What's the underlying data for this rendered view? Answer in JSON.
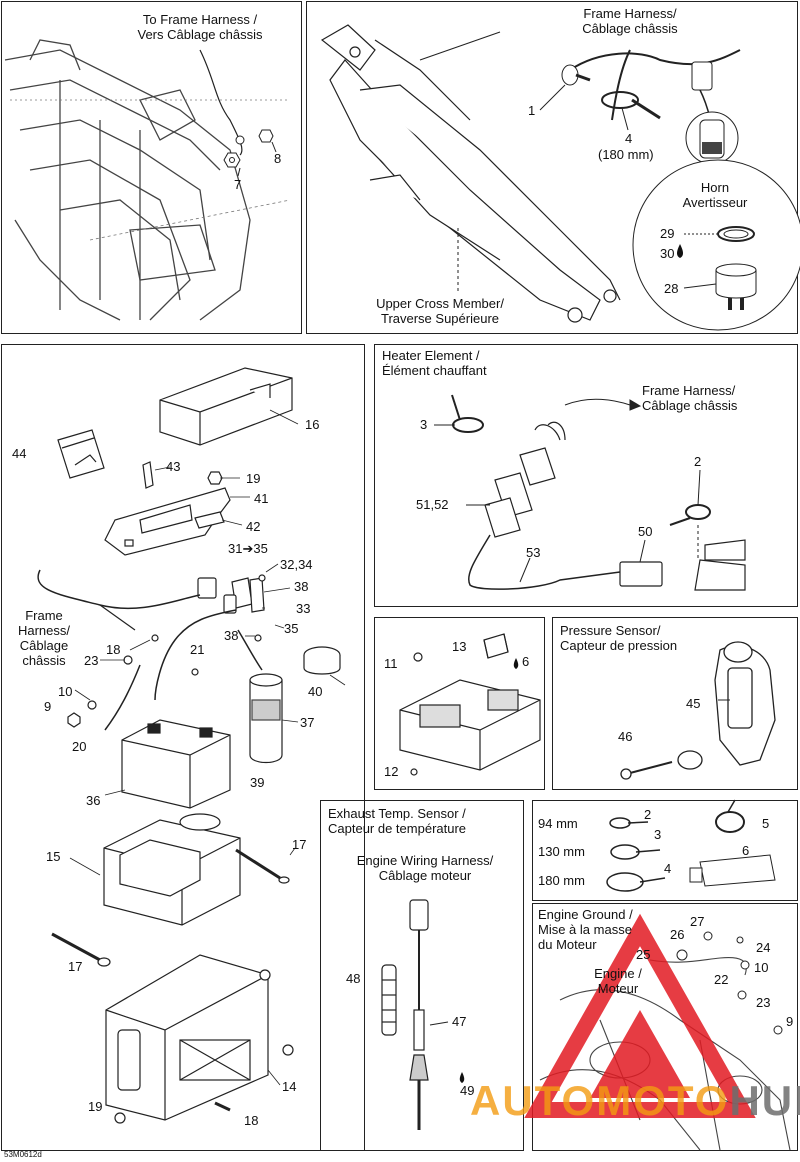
{
  "panels": {
    "top_left": {
      "title_line1": "To Frame Harness /",
      "title_line2": "Vers Câblage châssis"
    },
    "top_right": {
      "frame_harness_line1": "Frame Harness/",
      "frame_harness_line2": "Câblage châssis",
      "len_4": "(180 mm)",
      "horn_line1": "Horn",
      "horn_line2": "Avertisseur",
      "cross_member_line1": "Upper Cross Member/",
      "cross_member_line2": "Traverse Supérieure"
    },
    "battery": {
      "frame_harness_line1": "Frame",
      "frame_harness_line2": "Harness/",
      "frame_harness_line3": "Câblage",
      "frame_harness_line4": "châssis",
      "arrow_ref": "31➔35"
    },
    "heater": {
      "title_line1": "Heater Element /",
      "title_line2": "Élément chauffant",
      "frame_harness_line1": "Frame Harness/",
      "frame_harness_line2": "Câblage châssis"
    },
    "pressure": {
      "title_line1": "Pressure Sensor/",
      "title_line2": "Capteur de pression"
    },
    "exhaust": {
      "title_line1": "Exhaust Temp. Sensor /",
      "title_line2": "Capteur de température",
      "harness_line1": "Engine Wiring Harness/",
      "harness_line2": "Câblage moteur"
    },
    "ties": {
      "len_94": "94 mm",
      "len_130": "130 mm",
      "len_180": "180 mm"
    },
    "ground": {
      "title_line1": "Engine Ground /",
      "title_line2": "Mise à la masse",
      "title_line3": "du Moteur",
      "engine_line1": "Engine /",
      "engine_line2": "Moteur"
    }
  },
  "callouts": {
    "tl_8": "8",
    "tl_7": "7",
    "tr_1": "1",
    "tr_4": "4",
    "tr_29": "29",
    "tr_30": "30",
    "tr_28": "28",
    "b_16": "16",
    "b_44": "44",
    "b_43": "43",
    "b_19a": "19",
    "b_41": "41",
    "b_42": "42",
    "b_3234": "32,34",
    "b_38a": "38",
    "b_33": "33",
    "b_35": "35",
    "b_38b": "38",
    "b_18a": "18",
    "b_21": "21",
    "b_23": "23",
    "b_40": "40",
    "b_37": "37",
    "b_10": "10",
    "b_9": "9",
    "b_20": "20",
    "b_39": "39",
    "b_36": "36",
    "b_15": "15",
    "b_17a": "17",
    "b_17b": "17",
    "b_14": "14",
    "b_19b": "19",
    "b_18b": "18",
    "h_3": "3",
    "h_2": "2",
    "h_5152": "51,52",
    "h_50": "50",
    "h_53": "53",
    "r_11": "11",
    "r_13": "13",
    "r_6": "6",
    "r_12": "12",
    "p_45": "45",
    "p_46": "46",
    "e_48": "48",
    "e_47": "47",
    "e_49": "49",
    "t_2": "2",
    "t_5": "5",
    "t_3": "3",
    "t_6": "6",
    "t_4": "4",
    "g_27": "27",
    "g_26": "26",
    "g_24": "24",
    "g_25": "25",
    "g_10": "10",
    "g_22": "22",
    "g_23": "23",
    "g_9": "9"
  },
  "watermark": {
    "text_part1": "AUTOMOTO",
    "text_part2": "HUB",
    "color_red": "#e21b23",
    "color_orange": "#f39c12",
    "color_grey": "#6e6e6e"
  },
  "figure_code": "53M0612d"
}
